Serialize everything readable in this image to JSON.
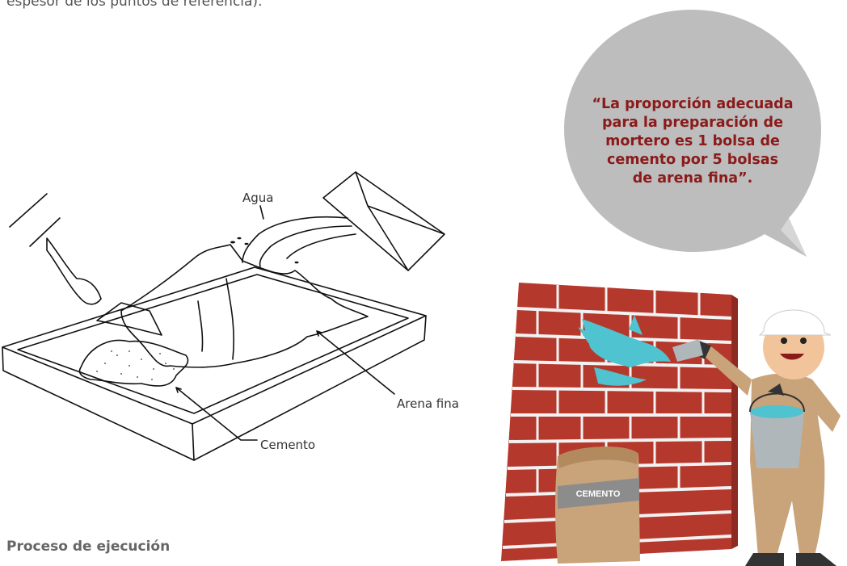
{
  "top_text": "espesor de los puntos de referencia).",
  "diagram": {
    "labels": {
      "agua": "Agua",
      "arena_fina": "Arena fina",
      "cemento": "Cemento"
    }
  },
  "quote": {
    "lines": [
      "“La proporción adecuada",
      "para la preparación de",
      "mortero es 1 bolsa de",
      "cemento por 5 bolsas",
      "de arena fina”."
    ],
    "color": "#8b1a1a",
    "bubble_color": "#bdbdbd"
  },
  "illustration": {
    "bag_label": "CEMENTO",
    "brick_color": "#b5382c",
    "mortar_color": "#f2f2f2",
    "water_color": "#4fc3cf"
  },
  "section_heading": "Proceso de ejecución"
}
